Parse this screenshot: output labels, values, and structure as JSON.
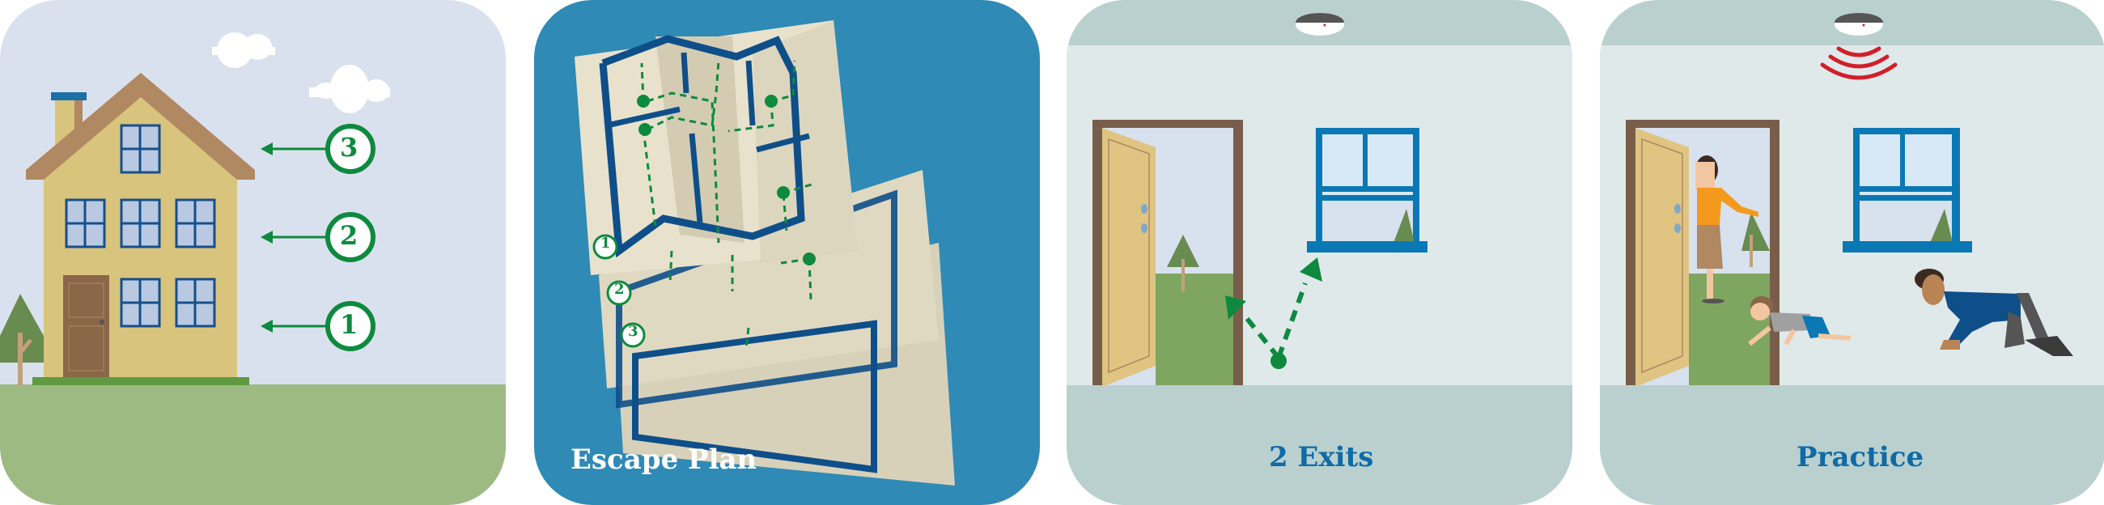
{
  "panels": [
    {
      "id": "floors",
      "label": "",
      "floor_markers": [
        "3",
        "2",
        "1"
      ],
      "colors": {
        "sky": "#dae1ee",
        "grass": "#9dba82",
        "house": "#d8c47c",
        "roof": "#b08861",
        "marker": "#0d8a3e"
      }
    },
    {
      "id": "escape-plan",
      "label": "Escape Plan",
      "plan_floors": [
        "1",
        "2",
        "3"
      ],
      "colors": {
        "background": "#2f8ab6",
        "paper": "#e8e2cc",
        "walls": "#0e4f8a",
        "route": "#0d8a3e",
        "text": "#ffffff"
      }
    },
    {
      "id": "two-exits",
      "label": "2 Exits",
      "colors": {
        "wall": "#e0e9ea",
        "floor": "#b9d0ce",
        "window": "#0a78b4",
        "door": "#dfc482",
        "route": "#0d8a3e",
        "text": "#0f6aa6"
      }
    },
    {
      "id": "practice",
      "label": "Practice",
      "colors": {
        "wall": "#e0e9ea",
        "floor": "#b9d0ce",
        "alarm_waves": "#d11f2a",
        "text": "#0f6aa6"
      }
    }
  ]
}
